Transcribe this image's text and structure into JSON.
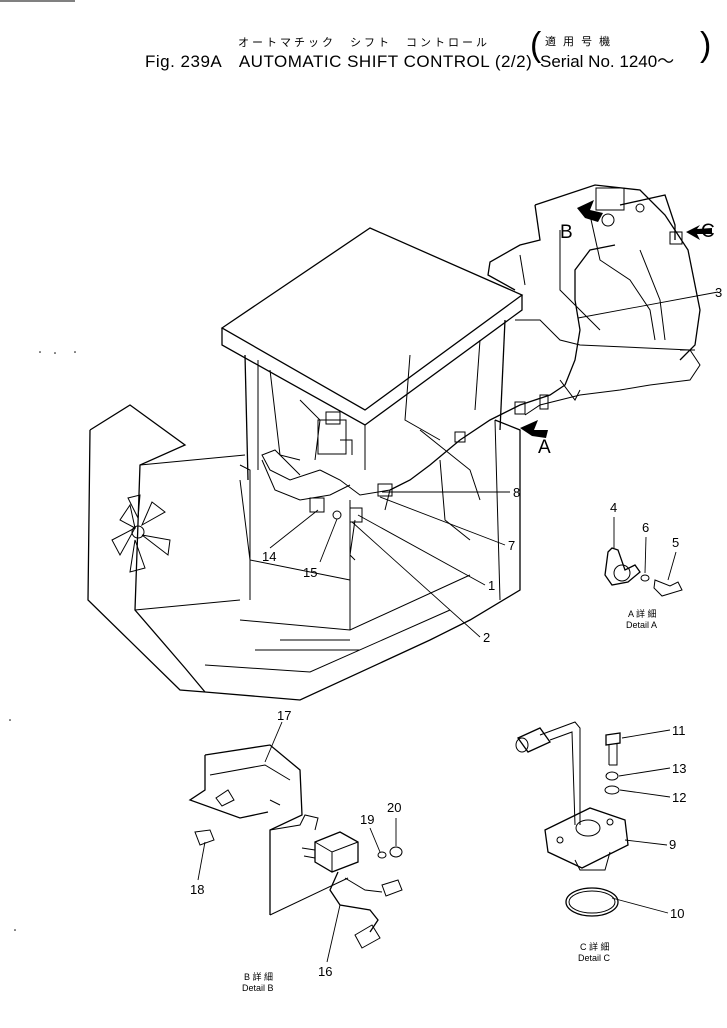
{
  "header": {
    "jp_title": "オートマチック　シフト　コントロール",
    "title": "Fig. 239A　AUTOMATIC SHIFT CONTROL (2/2)",
    "jp_serial": "適 用 号 機",
    "serial": "Serial No. 1240～"
  },
  "views": {
    "a": "A",
    "b": "B",
    "c": "C"
  },
  "details": {
    "a_jp": "A 詳 細",
    "a_en": "Detail A",
    "b_jp": "B 詳 細",
    "b_en": "Detail B",
    "c_jp": "C 詳 細",
    "c_en": "Detail C"
  },
  "callouts": {
    "n1": "1",
    "n2": "2",
    "n3": "3",
    "n4": "4",
    "n5": "5",
    "n6": "6",
    "n7": "7",
    "n8": "8",
    "n9": "9",
    "n10": "10",
    "n11": "11",
    "n12": "12",
    "n13": "13",
    "n14": "14",
    "n15": "15",
    "n16": "16",
    "n17": "17",
    "n18": "18",
    "n19": "19",
    "n20": "20"
  }
}
